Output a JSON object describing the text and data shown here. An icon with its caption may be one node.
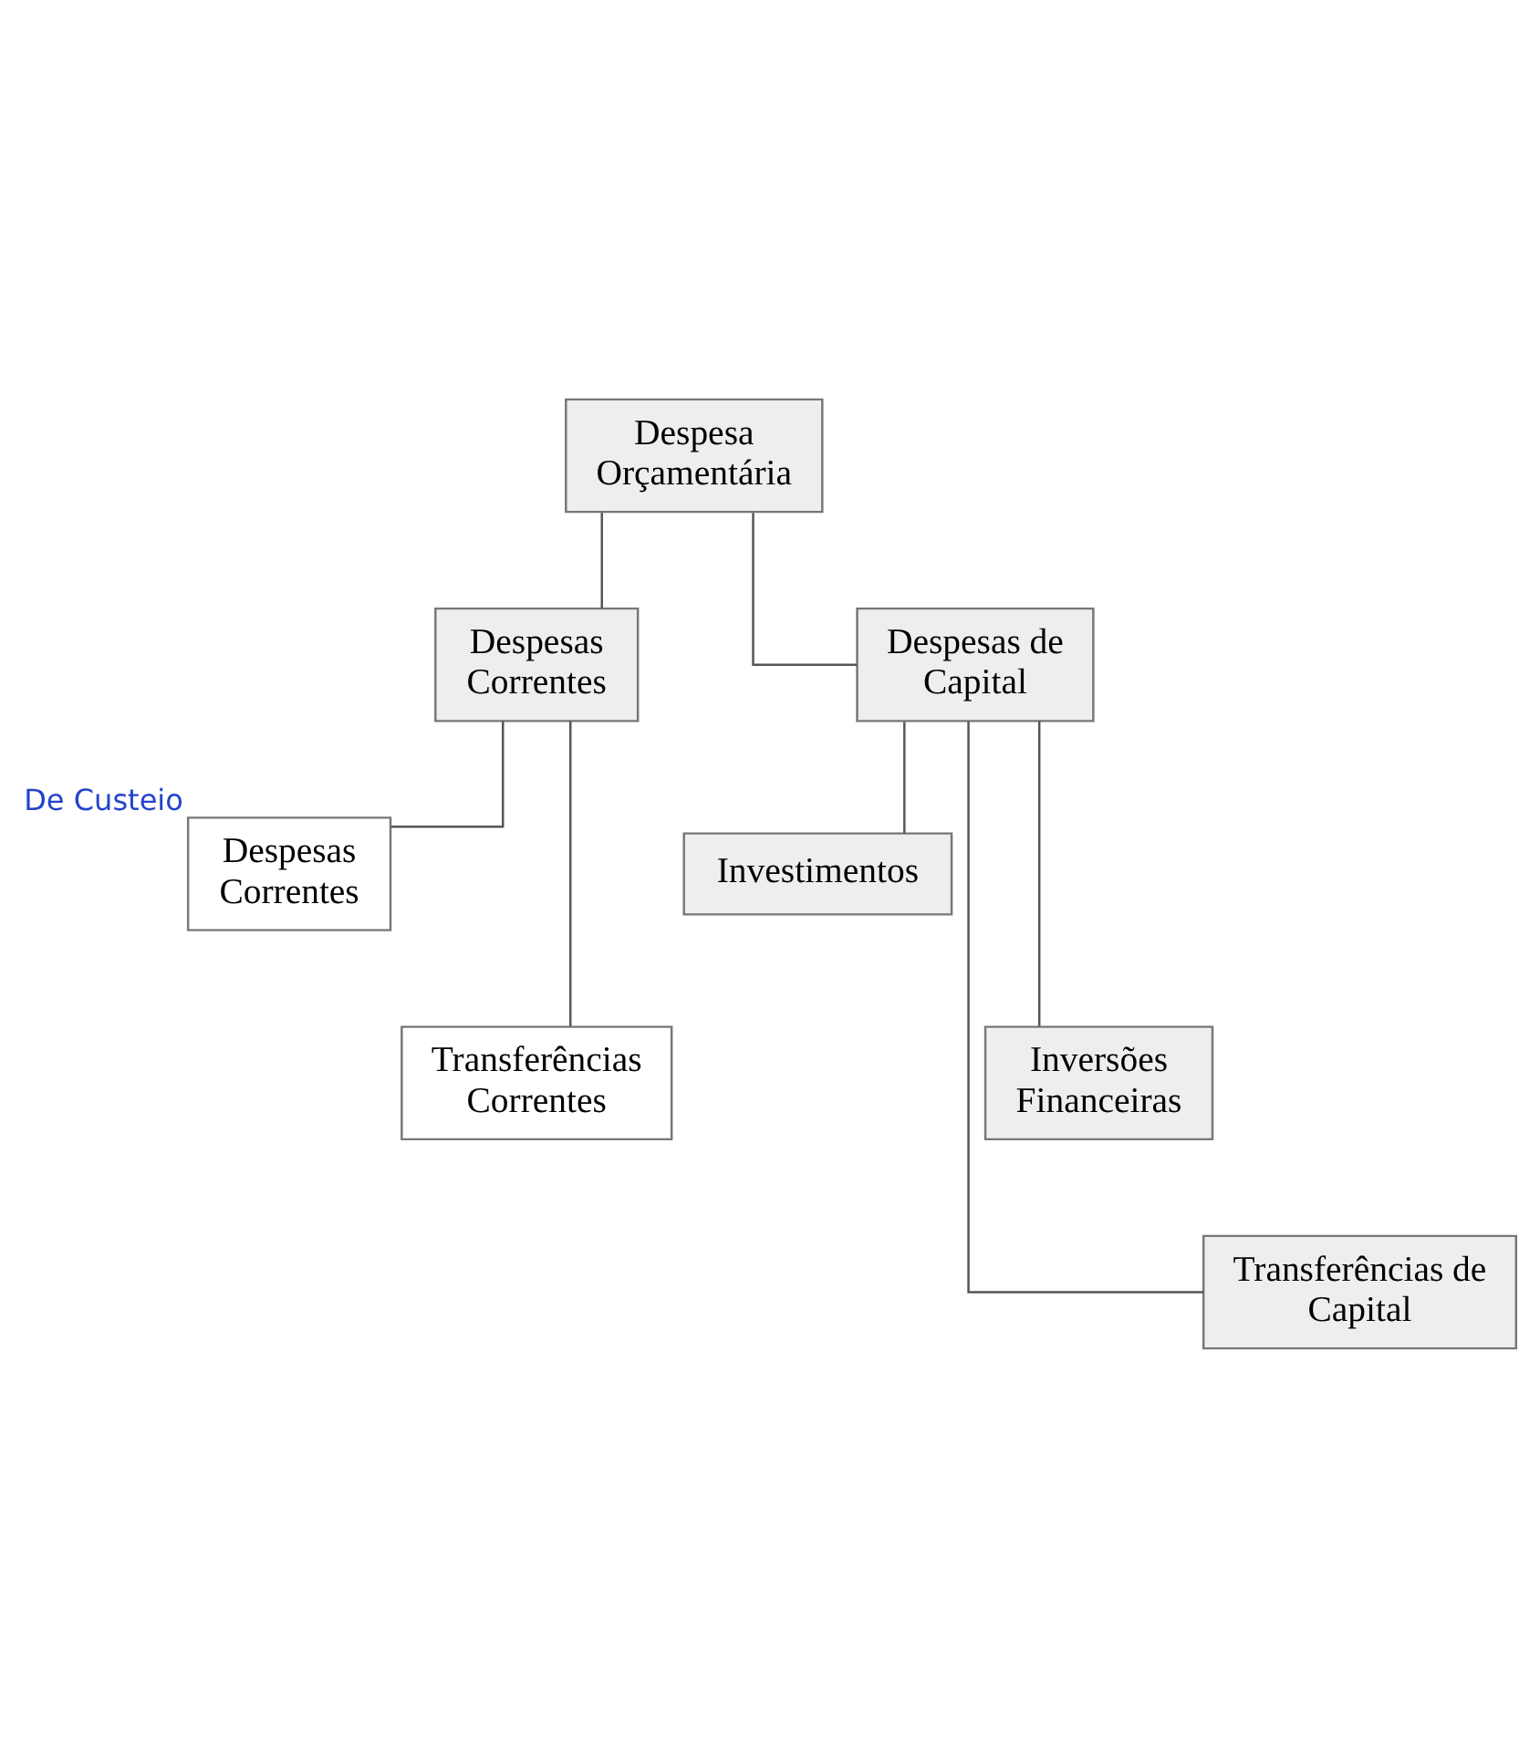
{
  "diagram": {
    "nodes": [
      {
        "text": [
          "Despesa Orçamentária"
        ]
      },
      {
        "text": [
          "Despesas Correntes"
        ]
      },
      {
        "text": [
          "Despesas de Capital"
        ]
      },
      {
        "text": [
          "Despesas Correntes"
        ],
        "beside": [
          "De Custeio"
        ]
      },
      {
        "text": [
          "Transferências Correntes"
        ]
      },
      {
        "text": [
          "Investimentos"
        ]
      },
      {
        "text": [
          "Inversões Financeiras"
        ]
      },
      {
        "text": [
          "Transferências de Capital"
        ]
      }
    ],
    "edges": [
      {
        "from": 0,
        "to": 1,
        "arrow": "none"
      },
      {
        "from": 0,
        "to": 2,
        "arrow": "none"
      },
      {
        "from": 1,
        "to": 3,
        "arrow": "none"
      },
      {
        "from": 1,
        "to": 4,
        "arrow": "none"
      },
      {
        "from": 2,
        "to": 5,
        "arrow": "none"
      },
      {
        "from": 2,
        "to": 6,
        "arrow": "none"
      },
      {
        "from": 2,
        "to": 7,
        "arrow": "none"
      }
    ]
  }
}
